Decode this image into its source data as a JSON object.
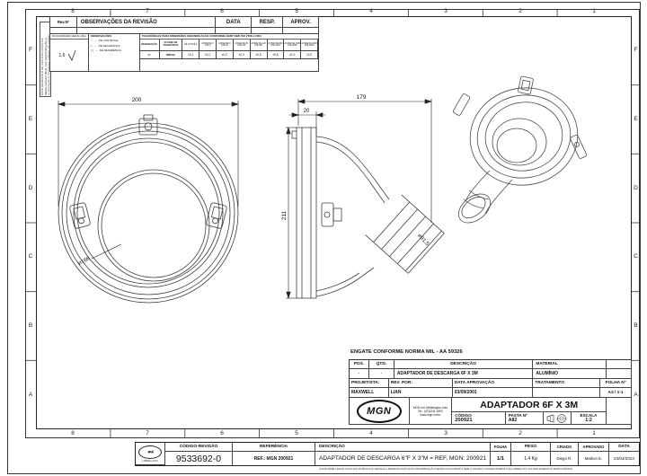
{
  "sheet": {
    "grid_cols": [
      "8",
      "7",
      "6",
      "5",
      "4",
      "3",
      "2",
      "1"
    ],
    "grid_rows": [
      "F",
      "E",
      "D",
      "C",
      "B",
      "A"
    ]
  },
  "revision": {
    "col_rev": "Rev.Nº",
    "col_obs": "OBSERVAÇÕES DA REVISÃO",
    "col_data": "DATA",
    "col_resp": "RESP.",
    "col_aprov": "APROV.",
    "empty_data": "-",
    "empty_resp": "-",
    "empty_aprov": "-"
  },
  "roughness": {
    "label": "RUGOSIDADE GERAL (Ra)",
    "value": "1,6"
  },
  "observations": {
    "label": "OBSERVAÇÕES",
    "sym_controle": "○",
    "arrow": "→",
    "item_controle": "DE CONTROLE",
    "sym_seguranca": "□",
    "item_seguranca": "DE SEGURANÇA",
    "sym_referencia": "( )",
    "item_referencia": "DE REFERÊNCIA"
  },
  "tolerances": {
    "title": "TOLERÂNCIAS PARA DIMENSÕES SEM INDICAÇÃO CONFORME ABNT NBR ISO 2768-1:2001",
    "h_designacao": "DESIGNAÇÃO",
    "h_classe": "CLASSE DE TOLERÂNCIA",
    "ranges": [
      "DE 0,5 ATÉ 3",
      "ACIMA DE 3 ATÉ 6",
      "ACIMA DE 6 ATÉ 30",
      "ACIMA DE 30 ATÉ 120",
      "ACIMA DE 120 ATÉ 400",
      "ACIMA DE 400 ATÉ 1000",
      "ACIMA DE 1000 ATÉ 2000",
      "ACIMA DE 2000 ATÉ 4000"
    ],
    "row_designacao": "m",
    "row_classe": "MÉDIA",
    "values": [
      "±0,1",
      "±0,1",
      "±0,2",
      "±0,3",
      "±0,5",
      "±0,8",
      "±1,2",
      "±2,0"
    ]
  },
  "confidential_note": "ESTE DESENHO É DE USO EXCLUSIVO DA METALÚRGICA MGN, SUA REPRODUÇÃO E ALTERAÇÃO É PROIBIDA. CÓPIAS SÓ SERÃO PERMITIDAS COM AUTORIZAÇÃO",
  "drawing": {
    "dim_front_width": "200",
    "dim_front_bore": "⌀166",
    "dim_side_length": "179",
    "dim_side_offset": "20",
    "dim_side_height": "211",
    "dim_outlet": "⌀91,5",
    "note_engate": "ENGATE CONFORME NORMA MIL - AA 59326"
  },
  "title_block": {
    "h_pos": "POS.",
    "h_qtd": "QTD.",
    "h_desc": "DESCRIÇÃO",
    "h_material": "MATERIAL",
    "pos": "-",
    "qtd": "-",
    "desc": "ADAPTADOR DE DESCARGA 6F X 3M",
    "material": "ALUMÍNIO",
    "h_projetista": "PROJETISTA:",
    "h_rev_por": "REV. POR:",
    "h_data_aprov": "DATA APROVAÇÃO",
    "h_tratamento": "TRATAMENTO",
    "h_folha": "FOLHA Nº",
    "projetista": "MAXWELL",
    "rev_por": "LIAN",
    "data_aprov": "03/09/2001",
    "tratamento": "",
    "folha": "A3 / 1-1",
    "logo": "MGN",
    "company_line1": "MGN Ind. Metalúrgica Ltda",
    "company_line2": "Tel.: (47)3241-1800",
    "company_line3": "www.mgn.ind.br",
    "part_title": "ADAPTADOR 6F X 3M",
    "h_codigo": "CÓDIGO",
    "codigo": "200921",
    "h_pasta": "PASTA Nº",
    "pasta": "A82",
    "h_escala": "ESCALA",
    "escala": "1:2"
  },
  "footer": {
    "logo_text": "LIBRELATO",
    "h_codigo_revisao": "CÓDIGO-REVISÃO",
    "codigo_revisao": "9533692-0",
    "h_referencia": "REFERÊNCIA",
    "referencia": "REF.: MGN 200921",
    "h_descricao": "DESCRIÇÃO",
    "descricao": "ADAPTADOR DE DESCARGA 6\"F X 3\"M = REF, MGN: 200921",
    "h_folha": "FOLHA",
    "folha": "1/1",
    "h_peso": "PESO",
    "peso": "1,4 Kg",
    "h_criado": "CRIADO",
    "criado": "Diego R.",
    "h_aprovado": "APROVADO",
    "aprovado": "Maikon E.",
    "h_data": "DATA",
    "data": "23/04/2024",
    "legal": "CONFORME LEGISLAÇÃO EM VIGÊNCIA É VEDADA A REPRODUÇÃO E/OU DISTRIBUIÇÃO DESTE DOCUMENTO SEM O DEVIDO CONSENTIMENTO DA LIBRELATO S/A IMPLEMENTOS RODOVIÁRIOS"
  }
}
